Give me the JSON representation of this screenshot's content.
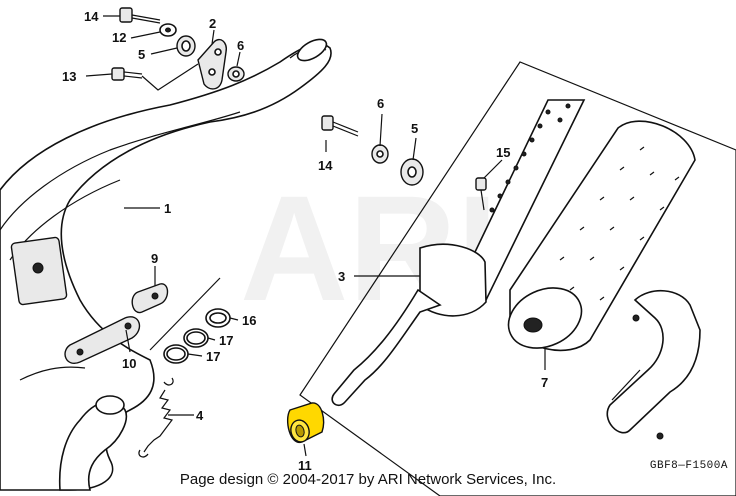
{
  "watermark": "ARI",
  "footer_text": "Page design © 2004-2017 by ARI Network Services, Inc.",
  "diagram_code": "GBF8—F1500A",
  "highlight_color": "#ffd800",
  "callouts": {
    "c1": "1",
    "c2": "2",
    "c3": "3",
    "c4": "4",
    "c5a": "5",
    "c5b": "5",
    "c6a": "6",
    "c6b": "6",
    "c7": "7",
    "c9": "9",
    "c10": "10",
    "c11": "11",
    "c12": "12",
    "c13": "13",
    "c14a": "14",
    "c14b": "14",
    "c15": "15",
    "c16": "16",
    "c17a": "17",
    "c17b": "17"
  }
}
